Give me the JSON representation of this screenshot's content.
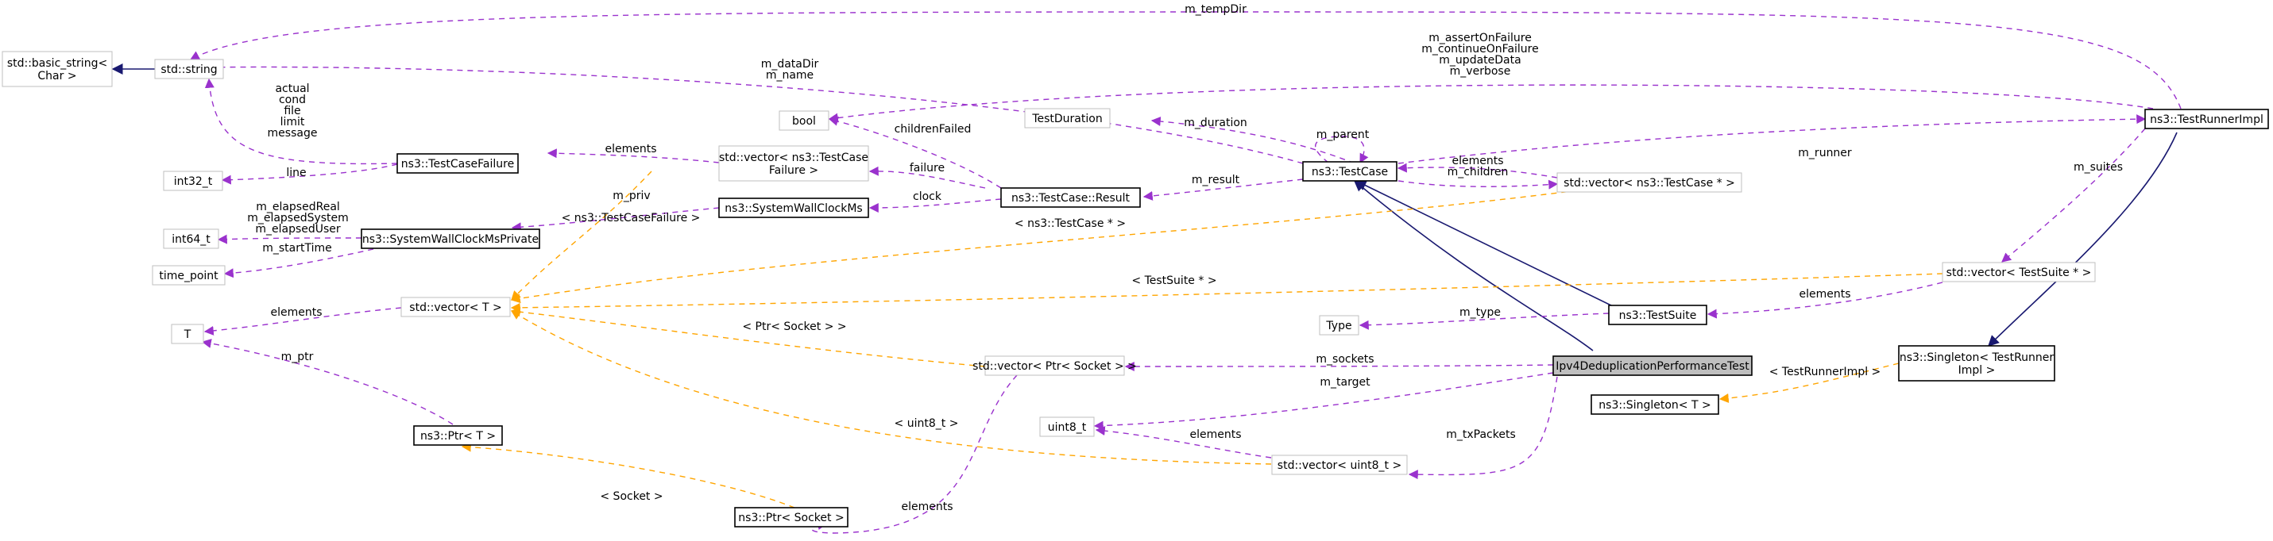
{
  "colors": {
    "usage_edge": "#9a32cd",
    "template_edge": "#ffa500",
    "inheritance_edge": "#191970",
    "focus_fill": "#bfbfbf",
    "external_border": "#bfbfbf",
    "class_border": "#000000"
  },
  "nodes": {
    "basic_string": {
      "lines": [
        "std::basic_string<",
        "Char >"
      ]
    },
    "std_string": {
      "lines": [
        "std::string"
      ]
    },
    "int32": {
      "lines": [
        "int32_t"
      ]
    },
    "int64": {
      "lines": [
        "int64_t"
      ]
    },
    "time_point": {
      "lines": [
        "time_point"
      ]
    },
    "T": {
      "lines": [
        "T"
      ]
    },
    "test_case_failure": {
      "lines": [
        "ns3::TestCaseFailure"
      ]
    },
    "syswall_private": {
      "lines": [
        "ns3::SystemWallClockMsPrivate"
      ]
    },
    "ptr_T": {
      "lines": [
        "ns3::Ptr< T >"
      ]
    },
    "ptr_socket": {
      "lines": [
        "ns3::Ptr< Socket >"
      ]
    },
    "bool": {
      "lines": [
        "bool"
      ]
    },
    "vec_failure": {
      "lines": [
        "std::vector< ns3::TestCase",
        "Failure >"
      ]
    },
    "syswall": {
      "lines": [
        "ns3::SystemWallClockMs"
      ]
    },
    "vector_T": {
      "lines": [
        "std::vector< T >"
      ]
    },
    "vec_ptr_socket": {
      "lines": [
        "std::vector< Ptr< Socket > >"
      ]
    },
    "uint8": {
      "lines": [
        "uint8_t"
      ]
    },
    "vec_uint8": {
      "lines": [
        "std::vector< uint8_t >"
      ]
    },
    "test_duration": {
      "lines": [
        "TestDuration"
      ]
    },
    "result": {
      "lines": [
        "ns3::TestCase::Result"
      ]
    },
    "testcase": {
      "lines": [
        "ns3::TestCase"
      ]
    },
    "type": {
      "lines": [
        "Type"
      ]
    },
    "testsuite": {
      "lines": [
        "ns3::TestSuite"
      ]
    },
    "ipv4": {
      "lines": [
        "Ipv4DeduplicationPerformanceTest"
      ]
    },
    "vec_testcase_ptr": {
      "lines": [
        "std::vector< ns3::TestCase * >"
      ]
    },
    "vec_testsuite_ptr": {
      "lines": [
        "std::vector< TestSuite * >"
      ]
    },
    "singleton_runner": {
      "lines": [
        "ns3::Singleton< TestRunner",
        "Impl >"
      ]
    },
    "singleton_T": {
      "lines": [
        "ns3::Singleton< T >"
      ]
    },
    "runner_impl": {
      "lines": [
        "ns3::TestRunnerImpl"
      ]
    }
  },
  "edges": {
    "m_tempDir": {
      "lines": [
        "m_tempDir"
      ]
    },
    "runner_flags": {
      "lines": [
        "m_assertOnFailure",
        "m_continueOnFailure",
        "m_updateData",
        "m_verbose"
      ]
    },
    "datadir_name": {
      "lines": [
        "m_dataDir",
        "m_name"
      ]
    },
    "failure_fields": {
      "lines": [
        "actual",
        "cond",
        "file",
        "limit",
        "message"
      ]
    },
    "line": {
      "lines": [
        "line"
      ]
    },
    "elements_failure": {
      "lines": [
        "elements"
      ]
    },
    "children_failed": {
      "lines": [
        "childrenFailed"
      ]
    },
    "failure": {
      "lines": [
        "failure"
      ]
    },
    "clock": {
      "lines": [
        "clock"
      ]
    },
    "m_priv": {
      "lines": [
        "m_priv"
      ]
    },
    "elapsed": {
      "lines": [
        "m_elapsedReal",
        "m_elapsedSystem",
        "m_elapsedUser"
      ]
    },
    "start_time": {
      "lines": [
        "m_startTime"
      ]
    },
    "tmpl_testcasefailure": {
      "lines": [
        "< ns3::TestCaseFailure >"
      ]
    },
    "tmpl_testcase_ptr": {
      "lines": [
        "< ns3::TestCase * >"
      ]
    },
    "tmpl_testsuite_ptr": {
      "lines": [
        "< TestSuite * >"
      ]
    },
    "elements_T": {
      "lines": [
        "elements"
      ]
    },
    "m_ptr": {
      "lines": [
        "m_ptr"
      ]
    },
    "tmpl_ptr_socket": {
      "lines": [
        "< Ptr< Socket > >"
      ]
    },
    "tmpl_uint8": {
      "lines": [
        "< uint8_t >"
      ]
    },
    "tmpl_socket": {
      "lines": [
        "< Socket >"
      ]
    },
    "elements_socket": {
      "lines": [
        "elements"
      ]
    },
    "m_duration": {
      "lines": [
        "m_duration"
      ]
    },
    "m_parent": {
      "lines": [
        "m_parent"
      ]
    },
    "m_runner": {
      "lines": [
        "m_runner"
      ]
    },
    "m_result": {
      "lines": [
        "m_result"
      ]
    },
    "elements_children": {
      "lines": [
        "elements"
      ]
    },
    "m_children": {
      "lines": [
        "m_children"
      ]
    },
    "m_suites": {
      "lines": [
        "m_suites"
      ]
    },
    "elements_suites": {
      "lines": [
        "elements"
      ]
    },
    "m_type": {
      "lines": [
        "m_type"
      ]
    },
    "m_sockets": {
      "lines": [
        "m_sockets"
      ]
    },
    "m_target": {
      "lines": [
        "m_target"
      ]
    },
    "elements_uint8": {
      "lines": [
        "elements"
      ]
    },
    "m_txPackets": {
      "lines": [
        "m_txPackets"
      ]
    },
    "tmpl_runner": {
      "lines": [
        "< TestRunnerImpl >"
      ]
    }
  }
}
